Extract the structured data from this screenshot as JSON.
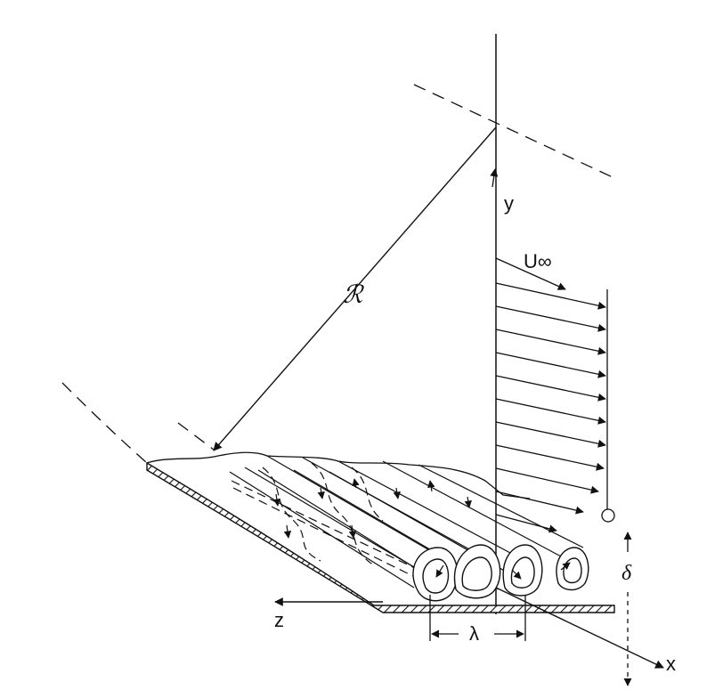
{
  "labels": {
    "y_axis": "y",
    "x_axis": "x",
    "z_axis": "z",
    "freestream": "U∞",
    "radius": "ℛ",
    "boundary_layer_thickness": "δ",
    "wavelength": "λ"
  },
  "colors": {
    "ink": "#111111",
    "background": "#ffffff"
  }
}
